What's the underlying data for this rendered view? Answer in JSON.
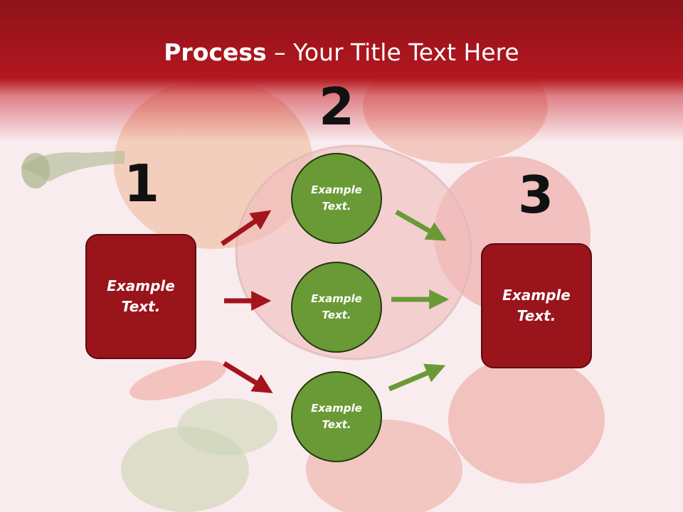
{
  "title": {
    "bold": "Process",
    "rest": " – Your Title Text Here"
  },
  "steps": {
    "one": {
      "number": "1",
      "label": "Example Text."
    },
    "two": {
      "number": "2"
    },
    "three": {
      "number": "3",
      "label": "Example Text."
    }
  },
  "circles": [
    {
      "label": "Example Text."
    },
    {
      "label": "Example Text."
    },
    {
      "label": "Example Text."
    }
  ],
  "colors": {
    "header": "#b3171f",
    "box": "#9a141c",
    "circle": "#6a9a35",
    "red_arrow": "#a3141d",
    "green_arrow": "#6a9a35"
  }
}
